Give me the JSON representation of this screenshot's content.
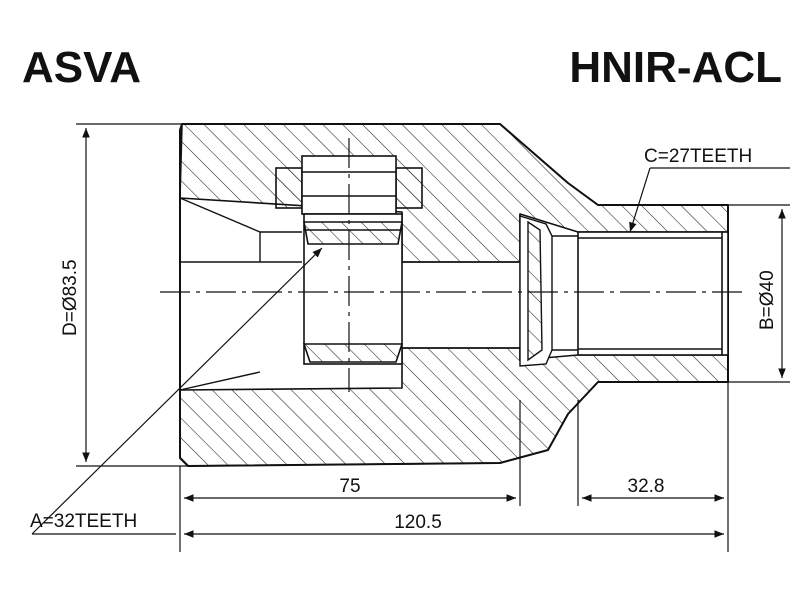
{
  "header": {
    "brand": "ASVA",
    "part_number": "HNIR-ACL"
  },
  "dimensions": {
    "spline_outer": "C=27TEETH",
    "spline_inner": "A=32TEETH",
    "diameter_outer": "D=Ø83.5",
    "diameter_shaft": "B=Ø40",
    "length_body": "75",
    "length_stub": "32.8",
    "length_total": "120.5"
  },
  "colors": {
    "ink": "#111111",
    "paper": "#ffffff"
  }
}
